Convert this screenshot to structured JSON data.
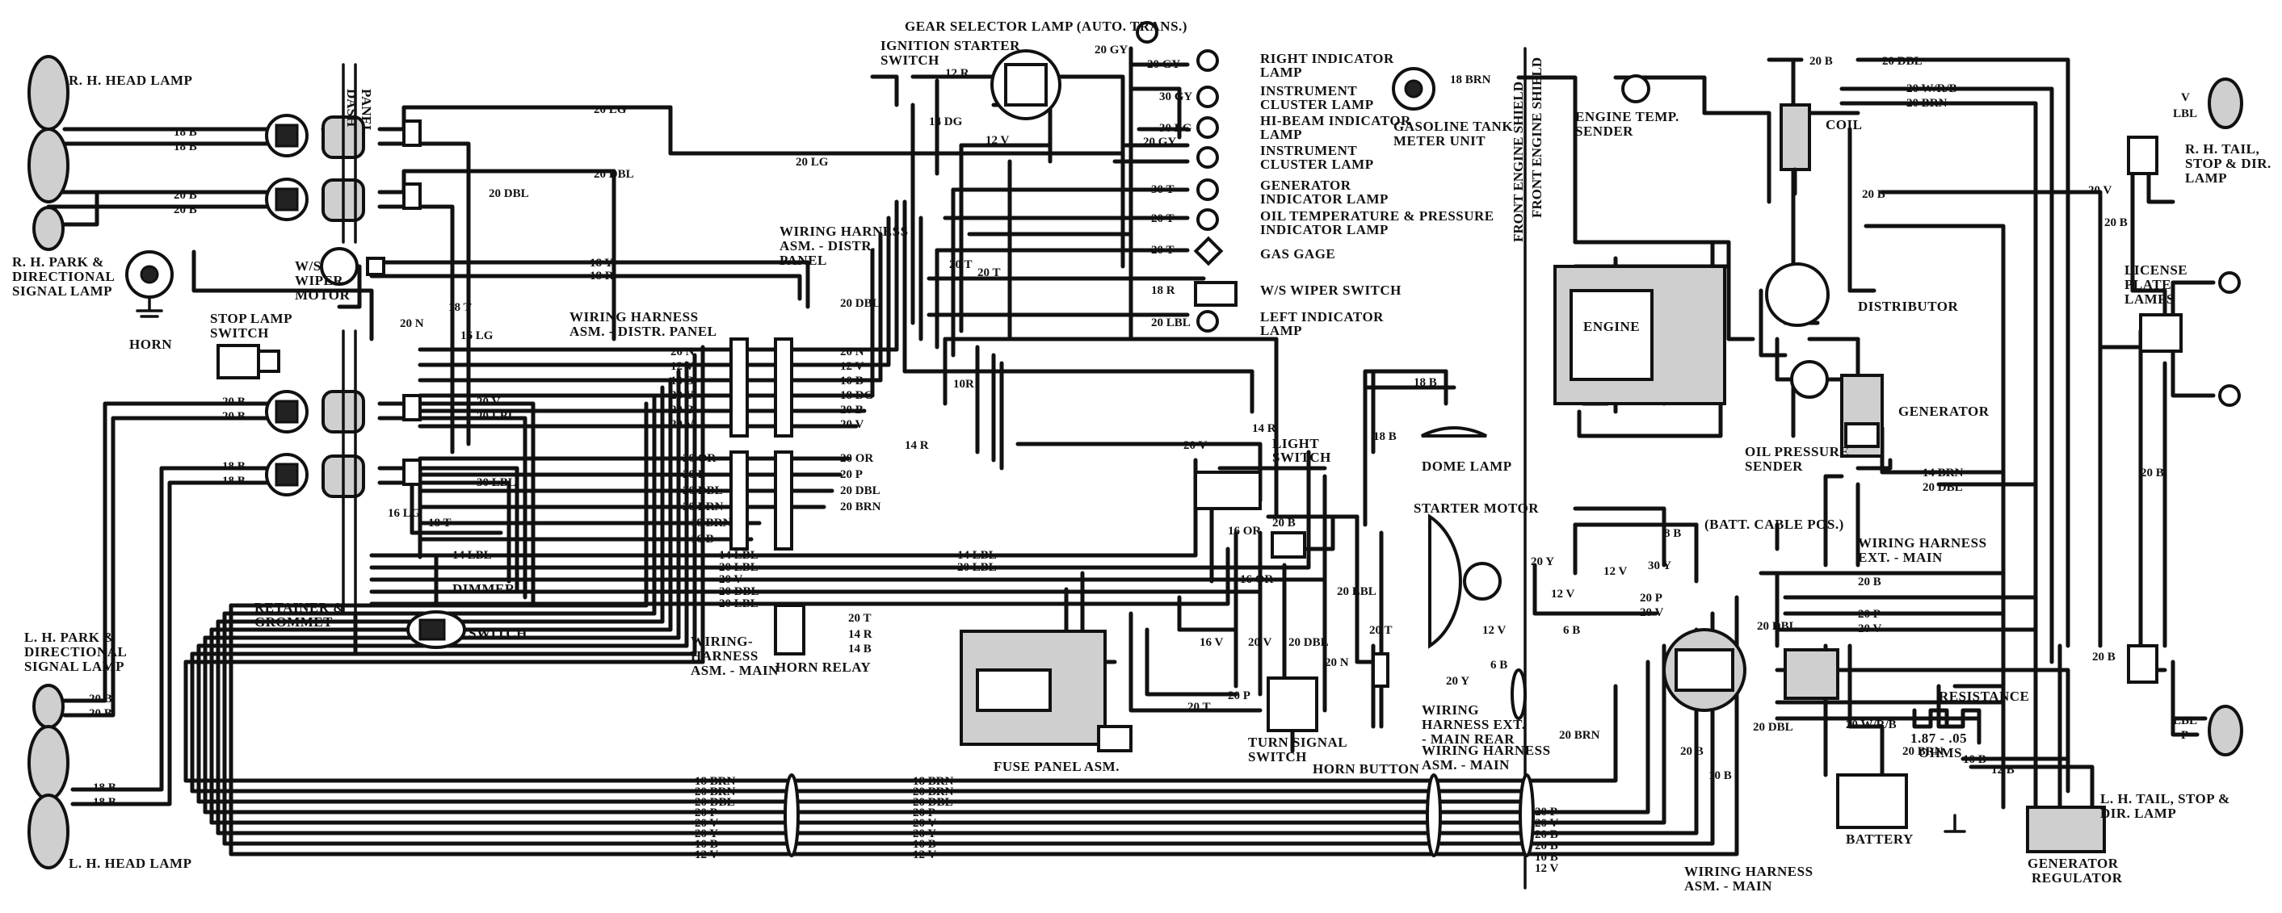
{
  "components": {
    "rh_head_lamp": "R. H. HEAD LAMP",
    "rh_park_lamp": [
      "R. H. PARK &",
      "DIRECTIONAL",
      "SIGNAL LAMP"
    ],
    "horn": "HORN",
    "dash_panel": [
      "DASH",
      "PANEL"
    ],
    "ws_wiper_motor": [
      "W/S",
      "WIPER",
      "MOTOR"
    ],
    "stop_lamp_switch": [
      "STOP LAMP",
      "SWITCH"
    ],
    "retainer_grommet": [
      "RETAINER &",
      "GROMMET"
    ],
    "dimmer_switch": [
      "DIMMER",
      "SWITCH"
    ],
    "lh_park_lamp": [
      "L. H. PARK &",
      "DIRECTIONAL",
      "SIGNAL LAMP"
    ],
    "lh_head_lamp": "L. H. HEAD LAMP",
    "gear_selector_lamp": "GEAR SELECTOR LAMP (AUTO. TRANS.)",
    "ignition_switch": [
      "IGNITION STARTER",
      "SWITCH"
    ],
    "harness_dist_panel_1": [
      "WIRING HARNESS",
      "ASM. - DISTR.",
      "PANEL"
    ],
    "harness_dist_panel_2": [
      "WIRING HARNESS",
      "ASM. - DISTR. PANEL"
    ],
    "harness_main_left": [
      "WIRING-",
      "HARNESS",
      "ASM. - MAIN"
    ],
    "horn_relay": "HORN RELAY",
    "fuse_panel": "FUSE PANEL ASM.",
    "right_indicator": [
      "RIGHT INDICATOR",
      "LAMP"
    ],
    "instrument_lamp_1": [
      "INSTRUMENT",
      "CLUSTER LAMP"
    ],
    "hi_beam_lamp": [
      "HI-BEAM INDICATOR",
      "LAMP"
    ],
    "instrument_lamp_2": [
      "INSTRUMENT",
      "CLUSTER LAMP"
    ],
    "generator_indicator": [
      "GENERATOR",
      "INDICATOR LAMP"
    ],
    "oil_temp_indicator": [
      "OIL TEMPERATURE & PRESSURE",
      "INDICATOR LAMP"
    ],
    "gas_gage": "GAS GAGE",
    "ws_wiper_switch": "W/S WIPER SWITCH",
    "left_indicator": [
      "LEFT INDICATOR",
      "LAMP"
    ],
    "light_switch": [
      "LIGHT",
      "SWITCH"
    ],
    "turn_signal_switch": [
      "TURN SIGNAL",
      "SWITCH"
    ],
    "horn_button": "HORN BUTTON",
    "dome_lamp": "DOME LAMP",
    "gas_tank_unit": [
      "GASOLINE TANK",
      "METER UNIT"
    ],
    "front_engine_shield_1": "FRONT ENGINE SHIELD",
    "front_engine_shield_2": "FRONT ENGINE SHIELD",
    "starter_motor": "STARTER MOTOR",
    "harness_ext_rear": [
      "WIRING",
      "HARNESS EXT.",
      "- MAIN REAR"
    ],
    "harness_main_center": [
      "WIRING HARNESS",
      "ASM. - MAIN"
    ],
    "engine_temp_sender": [
      "ENGINE TEMP.",
      "SENDER"
    ],
    "coil": "COIL",
    "engine": "ENGINE",
    "distributor": "DISTRIBUTOR",
    "oil_pressure_sender": [
      "OIL PRESSURE",
      "SENDER"
    ],
    "generator": "GENERATOR",
    "batt_cable": "(BATT. CABLE POS.)",
    "harness_ext_main": [
      "WIRING HARNESS",
      "EXT. - MAIN"
    ],
    "resistance": [
      "RESISTANCE",
      "1.87 - .05",
      "OHMS"
    ],
    "battery": "BATTERY",
    "generator_regulator": [
      "GENERATOR",
      "REGULATOR"
    ],
    "harness_main_bottom": [
      "WIRING HARNESS",
      "ASM. - MAIN"
    ],
    "rh_tail_lamp": [
      "R. H. TAIL,",
      "STOP & DIR.",
      "LAMP"
    ],
    "license_lamps": [
      "LICENSE",
      "PLATE",
      "LAMPS"
    ],
    "lh_tail_lamp": [
      "L. H. TAIL, STOP &",
      "DIR. LAMP"
    ]
  },
  "wire_tags": {
    "rh_head_1": "18 B",
    "rh_head_2": "18 B",
    "rh_park_1": "20 B",
    "rh_park_2": "20 B",
    "top_lg": "20 LG",
    "dbl_top": "20 DBL",
    "lg_mid": "20 LG",
    "dbl_mid": "20 DBL",
    "y_ws": "18 Y",
    "r_ws": "18 R",
    "n_mid": "20 N",
    "t_mid": "18 T",
    "lg16": "16 LG",
    "dist_n": "20 N",
    "dist_v12": "12 V",
    "dist_b10": "10 B",
    "dist_y": "20 Y",
    "dist_b20": "20 B",
    "dist_v20": "20 V",
    "dist_or": "20 OR",
    "dist_p": "20 P",
    "dist_dbl": "20 DBL",
    "dist_brn": "20 BRN",
    "dist_brn18": "18 BRN",
    "dist_b16": "16 B",
    "lh_front_b1": "20 B",
    "lh_front_b2": "20 B",
    "lh_front_b3": "18 B",
    "lh_front_b4": "18 B",
    "v_left": "20 V",
    "lbl_left": "20 LBL",
    "lbl30": "30 LBL",
    "lg16b": "16 LG",
    "t18b": "18 T",
    "lbl14_dim": "14 LBL",
    "main_lbl14": "14 LBL",
    "main_lbl20": "20 LBL",
    "main_v": "20 V",
    "main_dbl": "20 DBL",
    "main_lbl20b": "20 LBL",
    "horn_t": "20 T",
    "horn_r": "14 R",
    "horn_b": "14 B",
    "p_n": "20 N",
    "p_v12": "12 V",
    "p_b10": "10 B",
    "p_dg": "18 DG",
    "p_b20": "20 B",
    "p_v20": "20 V",
    "p_or": "20 OR",
    "p_p": "20 P",
    "p_dbl": "20 DBL",
    "p_brn": "20 BRN",
    "ign_r": "12 R",
    "ign_dg": "14 DG",
    "ign_v": "12 V",
    "dbl20": "20 DBL",
    "gy20a": "20 GY",
    "gy20b": "20 GY",
    "gy30": "30 GY",
    "lg30": "30 LG",
    "t30a": "30 T",
    "t20a": "20 T",
    "t20b": "20 T",
    "t20c": "20 T",
    "t20d": "20 T",
    "r18": "18 R",
    "lbl20c": "20 LBL",
    "r10": "10R",
    "r14": "14 R",
    "r14b": "14 R",
    "v20ls": "20 V",
    "or16": "16 OR",
    "or16b": "16 OR",
    "b20ls": "20 B",
    "lbl14": "14 LBL",
    "lbl20d": "20 LBL",
    "v16": "16 V",
    "v20t": "20 V",
    "dbl20t": "20 DBL",
    "n20t": "20 N",
    "lbl20e": "20 LBL",
    "t20e": "20 T",
    "t20f": "20 T",
    "p20t": "20 P",
    "b18d": "18 B",
    "b18e": "18 B",
    "brn18t": "18 BRN",
    "bot_1": "18 BRN",
    "bot_2": "20 BRN",
    "bot_3": "20 DBL",
    "bot_4": "20 P",
    "bot_5": "20 V",
    "bot_6": "20 Y",
    "bot_7": "10 B",
    "bot_8": "12 V",
    "mid_1": "18 BRN",
    "mid_2": "20 BRN",
    "mid_3": "20 DBL",
    "mid_4": "20 P",
    "mid_5": "20 V",
    "mid_6": "20 Y",
    "mid_7": "10 B",
    "mid_8": "12 V",
    "r_1": "20 P",
    "r_2": "20 V",
    "r_3": "20 B",
    "r_4": "20 B",
    "r_5": "10 B",
    "r_6": "12 V",
    "st_y": "20 Y",
    "st_v": "12 V",
    "st_b": "6 B",
    "st_y2": "20 Y",
    "st_v2": "12 V",
    "st_b2": "6 B",
    "st_y3": "30 Y",
    "st_v3": "12 V",
    "st_b3": "8 B",
    "conn_p": "20 P",
    "conn_v": "20 V",
    "brn20": "20 BRN",
    "b20x": "20 B",
    "b10x": "10 B",
    "dbl20x": "20 DBL",
    "temp_b": "20 B",
    "temp_dbl": "20 DBL",
    "wrb": "20 W/R/B",
    "brn20r": "20 BRN",
    "b20coil": "20 B",
    "brn14": "14 BRN",
    "dbl20g": "20 DBL",
    "reg_b": "20 B",
    "reg_p": "20 P",
    "reg_v": "20 V",
    "reg_dbl": "20 DBL",
    "reg_wrb": "20 W/R/B",
    "reg_brn": "20 BRN",
    "reg_b10": "10 B",
    "reg_b12": "12 B",
    "tail_v": "V",
    "tail_lbl": "LBL",
    "tail_v20": "20 V",
    "tail_b20": "20 B",
    "tail_b20b": "20 B",
    "tail_b20c": "20 B",
    "tail_lbl2": "LBL",
    "tail_p": "P"
  }
}
